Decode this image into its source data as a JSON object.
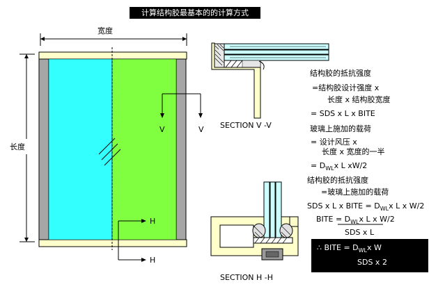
{
  "title": "计算结构胶最基本的的计算方式",
  "labels": {
    "width": "宽度",
    "length": "长度",
    "v": "V",
    "h": "H",
    "section_v": "SECTION V -V",
    "section_h": "SECTION H -H"
  },
  "formulas": {
    "line1": "结构胶的抵抗强度",
    "line2": "=结构胶设计强度 x",
    "line3": "长度 x 结构胶宽度",
    "line4": "= SDS x L x BITE",
    "line5": "玻璃上施加的载荷",
    "line6": "= 设计风压 x",
    "line7": "长度 x 宽度的一半",
    "line8_pre": "= D",
    "line8_sub": "WL",
    "line8_post": "x L xW/2",
    "line9": "结构胶的抵抗强度",
    "line10": "=玻璃上施加的载荷",
    "line11_pre": "SDS x L x BITE = D",
    "line11_sub": "WL",
    "line11_post": "x L x W/2",
    "line12_pre": "BITE = D",
    "line12_sub": "WL",
    "line12_post": "x L x W/2",
    "line13": "SDS x L",
    "result_pre": "∴ BITE = D",
    "result_sub": "WL",
    "result_post": "x W",
    "result_den": "SDS x 2"
  },
  "colors": {
    "frame": "#a6a6a6",
    "glass_left": "#33ffff",
    "glass_right": "#80ff40",
    "frame_yellow": "#ffffcc"
  }
}
